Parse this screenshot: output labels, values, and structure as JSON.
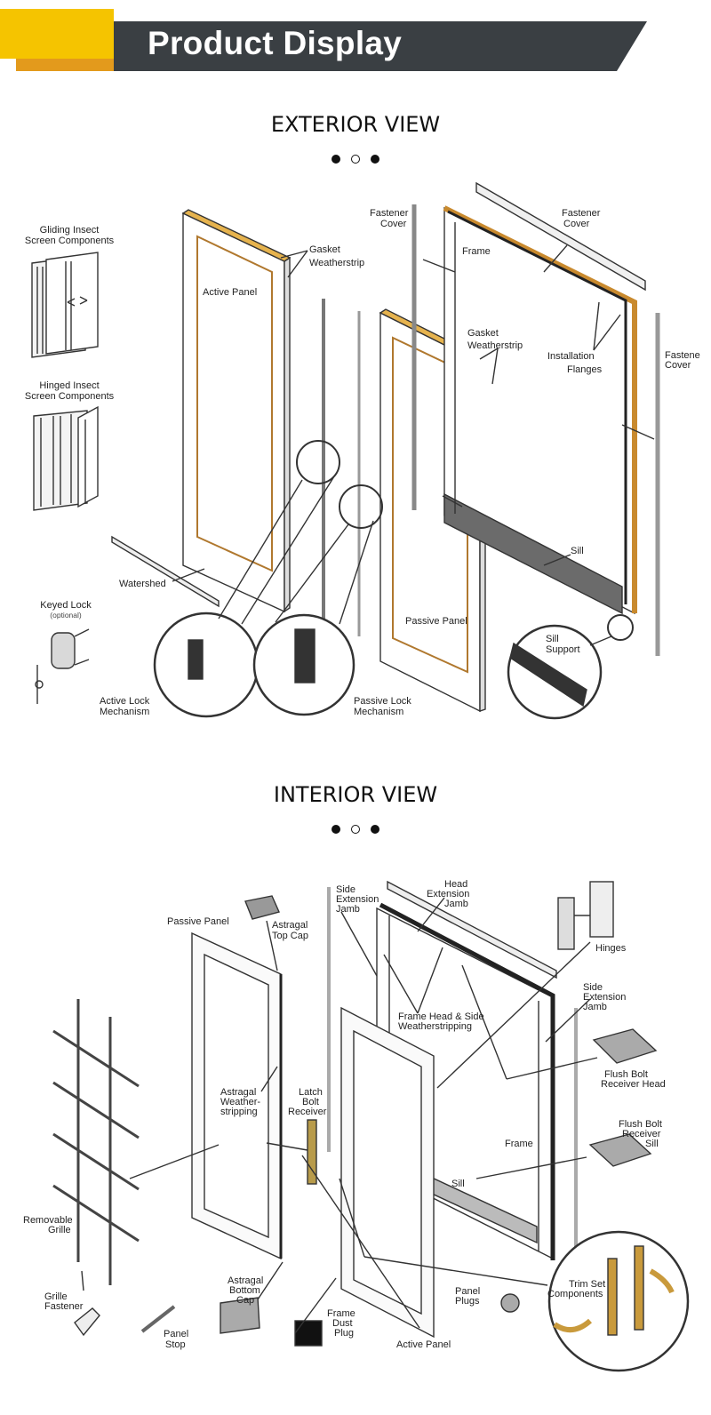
{
  "header": {
    "title": "Product Display",
    "accent_color": "#f5c400",
    "bar_color": "#3a3f43"
  },
  "exterior": {
    "title": "EXTERIOR VIEW",
    "labels": {
      "gliding_1": "Gliding Insect",
      "gliding_2": "Screen Components",
      "hinged_1": "Hinged Insect",
      "hinged_2": "Screen Components",
      "active_panel": "Active Panel",
      "gasket_1": "Gasket",
      "gasket_2": "Weatherstrip",
      "fastener_cover_left_1": "Fastener",
      "fastener_cover_left_2": "Cover",
      "frame": "Frame",
      "fastener_cover_top_1": "Fastener",
      "fastener_cover_top_2": "Cover",
      "gasket2_1": "Gasket",
      "gasket2_2": "Weatherstrip",
      "installation_1": "Installation",
      "installation_2": "Flanges",
      "fastener_cover_right_1": "Fastene",
      "fastener_cover_right_2": "Cover",
      "watershed": "Watershed",
      "keyed_lock": "Keyed Lock",
      "optional": "(optional)",
      "sill": "Sill",
      "passive_panel": "Passive Panel",
      "sill_support_1": "Sill",
      "sill_support_2": "Support",
      "active_lock_1": "Active Lock",
      "active_lock_2": "Mechanism",
      "passive_lock_1": "Passive Lock",
      "passive_lock_2": "Mechanism"
    }
  },
  "interior": {
    "title": "INTERIOR VIEW",
    "labels": {
      "passive_panel": "Passive Panel",
      "astragal_top_1": "Astragal",
      "astragal_top_2": "Top Cap",
      "side_ext_1": "Side",
      "side_ext_2": "Extension",
      "side_ext_3": "Jamb",
      "head_ext_1": "Head",
      "head_ext_2": "Extension",
      "head_ext_3": "Jamb",
      "hinges": "Hinges",
      "frame_head_1": "Frame Head & Side",
      "frame_head_2": "Weatherstripping",
      "side_ext_r_1": "Side",
      "side_ext_r_2": "Extension",
      "side_ext_r_3": "Jamb",
      "flush_head_1": "Flush Bolt",
      "flush_head_2": "Receiver Head",
      "astragal_ws_1": "Astragal",
      "astragal_ws_2": "Weather-",
      "astragal_ws_3": "stripping",
      "latch_1": "Latch",
      "latch_2": "Bolt",
      "latch_3": "Receiver",
      "flush_sill_1": "Flush Bolt",
      "flush_sill_2": "Receiver",
      "flush_sill_3": "Sill",
      "frame": "Frame",
      "removable_1": "Removable",
      "removable_2": "Grille",
      "sill": "Sill",
      "trim_1": "Trim Set",
      "trim_2": "Components",
      "astragal_bottom_1": "Astragal",
      "astragal_bottom_2": "Bottom",
      "astragal_bottom_3": "Cap",
      "panel_plugs_1": "Panel",
      "panel_plugs_2": "Plugs",
      "grille_fastener_1": "Grille",
      "grille_fastener_2": "Fastener",
      "panel_stop_1": "Panel",
      "panel_stop_2": "Stop",
      "frame_dust_1": "Frame",
      "frame_dust_2": "Dust",
      "frame_dust_3": "Plug",
      "active_panel": "Active Panel"
    }
  }
}
